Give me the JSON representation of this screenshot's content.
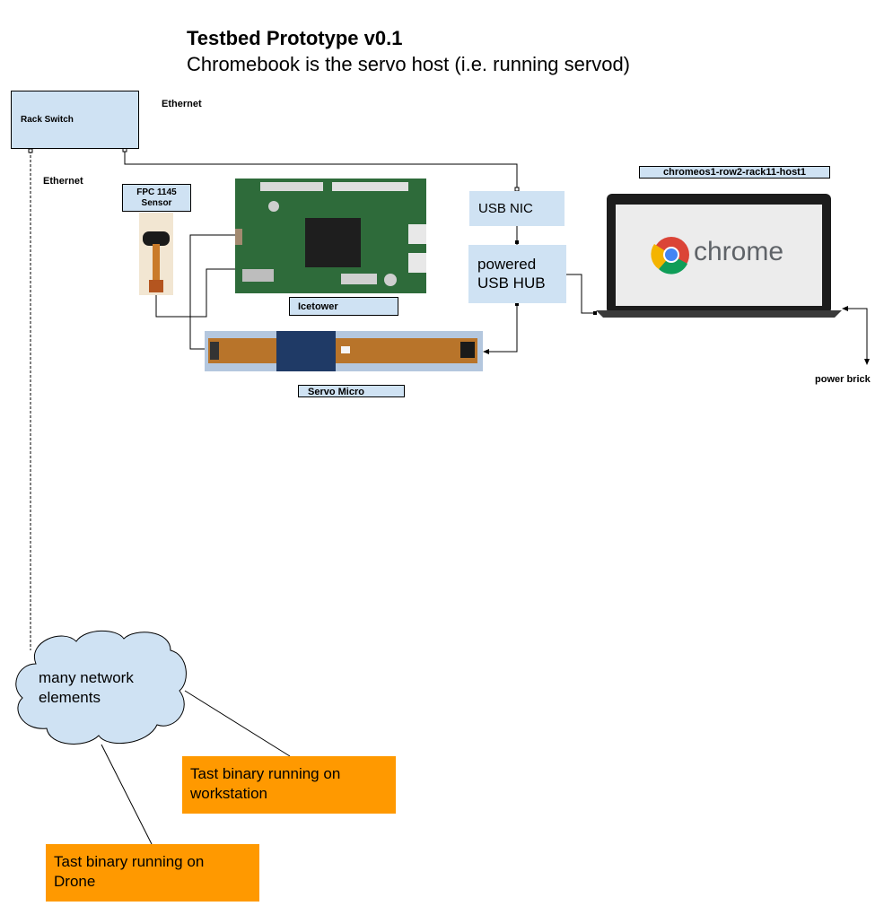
{
  "title": "Testbed Prototype v0.1",
  "subtitle": "Chromebook is the servo host (i.e. running servod)",
  "nodes": {
    "rack_switch": "Rack Switch",
    "usb_nic": "USB NIC",
    "usb_hub": "powered USB HUB",
    "fpc_sensor": "FPC 1145 Sensor",
    "icetower": "Icetower",
    "servo_micro": "Servo Micro",
    "host": "chromeos1-row2-rack11-host1",
    "chrome_logo_text": "chrome",
    "cloud": "many network elements",
    "tast_workstation": "Tast binary running on workstation",
    "tast_drone": "Tast binary running on Drone"
  },
  "edge_labels": {
    "ethernet_top": "Ethernet",
    "ethernet_left": "Ethernet",
    "power_brick": "power brick"
  },
  "colors": {
    "node_fill": "#cfe2f3",
    "tast_fill": "#ff9900",
    "pcb_green": "#2e6b3a",
    "flex_orange": "#b8742a"
  }
}
